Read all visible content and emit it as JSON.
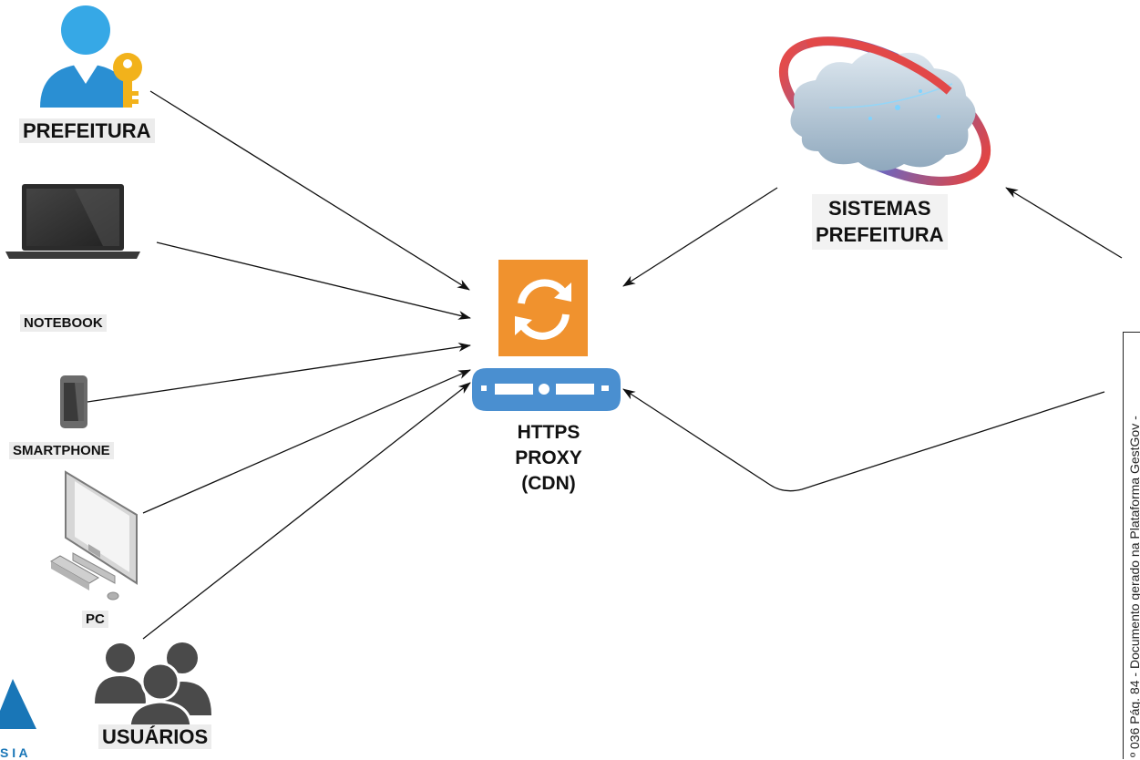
{
  "nodes": {
    "prefeitura": "PREFEITURA",
    "notebook": "NOTEBOOK",
    "smartphone": "SMARTPHONE",
    "pc": "PC",
    "usuarios": "USUÁRIOS",
    "proxy_line1": "HTTPS",
    "proxy_line2": "PROXY",
    "proxy_line3": "(CDN)",
    "sistemas_line1": "SISTEMAS",
    "sistemas_line2": "PREFEITURA"
  },
  "side_text": "º 036 Pág. 84 - Documento gerado na Plataforma GestGov -",
  "logo_partial": "S I A",
  "colors": {
    "proxy_orange": "#f0922e",
    "server_blue": "#4a8fd0",
    "user_blue": "#2f97d8",
    "key_gold": "#f2b21b"
  }
}
